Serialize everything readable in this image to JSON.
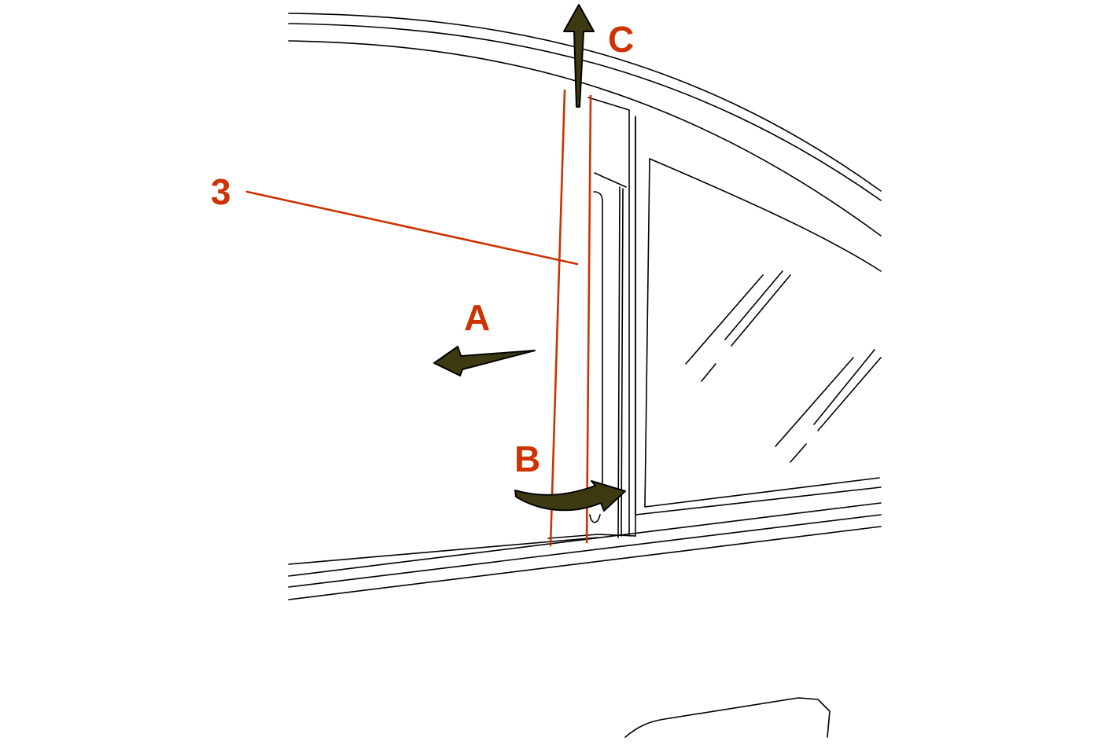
{
  "colors": {
    "accent": "#cc3300",
    "arrow_fill": "#3d3a12",
    "line": "#000000",
    "background": "#ffffff"
  },
  "labels": {
    "part_number": "3",
    "step_a": "A",
    "step_b": "B",
    "step_c": "C"
  },
  "icons": {
    "arrow_a": "arrow-left-icon",
    "arrow_b": "curved-arrow-right-icon",
    "arrow_c": "arrow-up-icon"
  }
}
